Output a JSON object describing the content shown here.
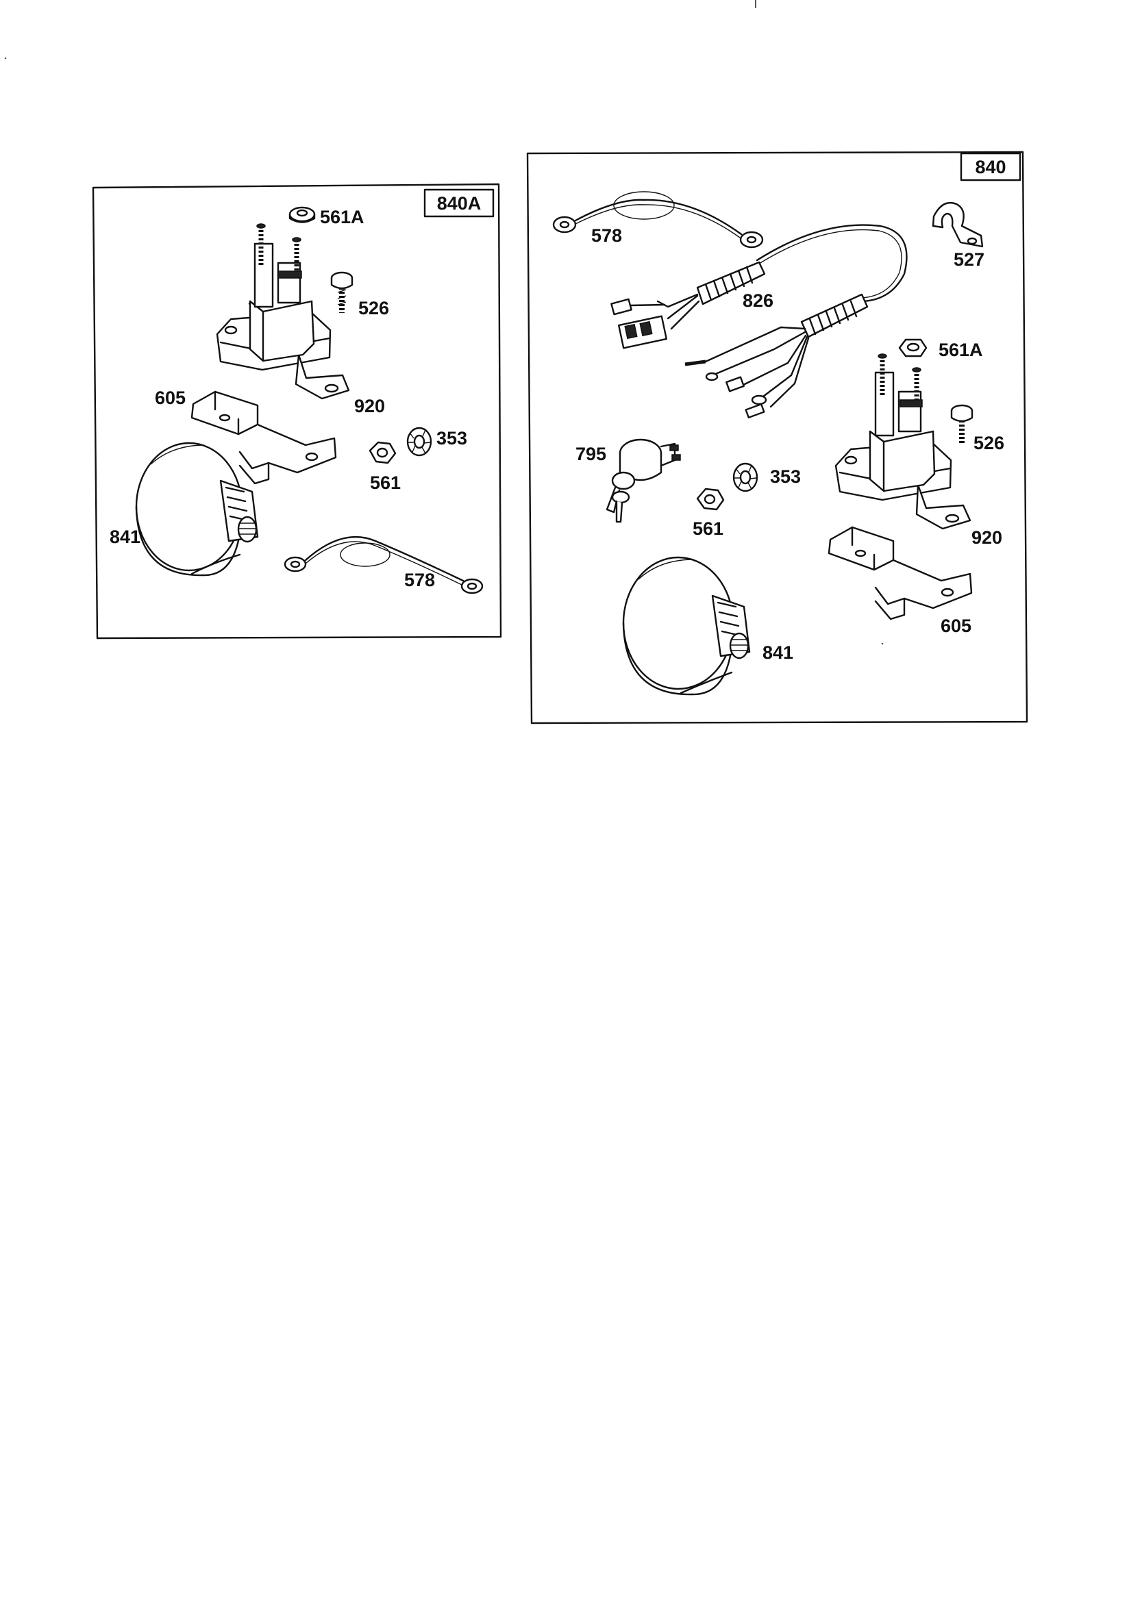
{
  "kits": [
    {
      "id": "840A",
      "parts": [
        "561A",
        "526",
        "605",
        "920",
        "353",
        "561",
        "841",
        "578"
      ]
    },
    {
      "id": "840",
      "parts": [
        "578",
        "527",
        "826",
        "561A",
        "795",
        "526",
        "353",
        "561",
        "920",
        "605",
        "841"
      ]
    }
  ],
  "colors": {
    "line": "#111111",
    "background": "#ffffff"
  }
}
